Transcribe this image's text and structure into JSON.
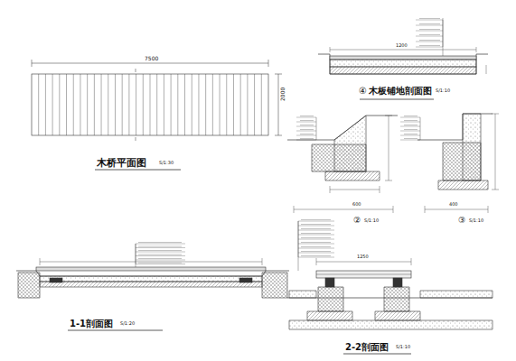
{
  "diagram": {
    "labels": [
      "7500",
      "2000",
      "木桥平面图",
      "S/1:30",
      "1200",
      "④",
      "木板铺地剖面图",
      "S/1:10",
      "600",
      "②",
      "S/1:10",
      "400",
      "③",
      "S/1:10",
      "1-1剖面图",
      "S/1:20",
      "1250",
      "2-2剖面图",
      "S/1:10"
    ]
  }
}
